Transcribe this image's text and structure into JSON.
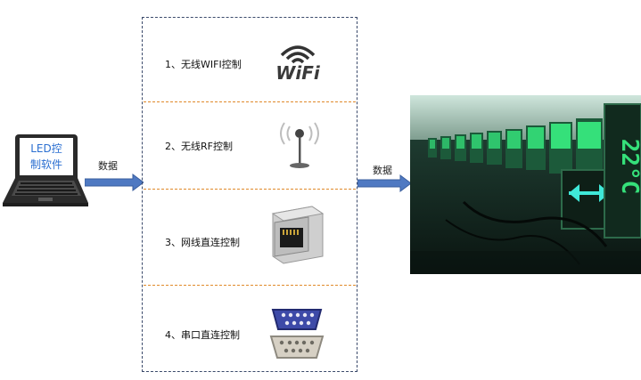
{
  "laptop": {
    "line1": "LED控",
    "line2": "制软件"
  },
  "arrow_left_label": "数据",
  "arrow_right_label": "数据",
  "options": [
    {
      "label": "1、无线WIFI控制",
      "icon": "wifi-icon",
      "icon_text": "WiFi"
    },
    {
      "label": "2、无线RF控制",
      "icon": "rf-antenna-icon"
    },
    {
      "label": "3、网线直连控制",
      "icon": "rj45-jack-icon"
    },
    {
      "label": "4、串口直连控制",
      "icon": "serial-port-icon"
    }
  ],
  "photo": {
    "display_text": "22°C",
    "description": "led-displays-photo"
  },
  "colors": {
    "arrow": "#4f79c2",
    "dash_border": "#3b4a6b",
    "separator": "#e08a2a",
    "led_green": "#35e07a"
  }
}
